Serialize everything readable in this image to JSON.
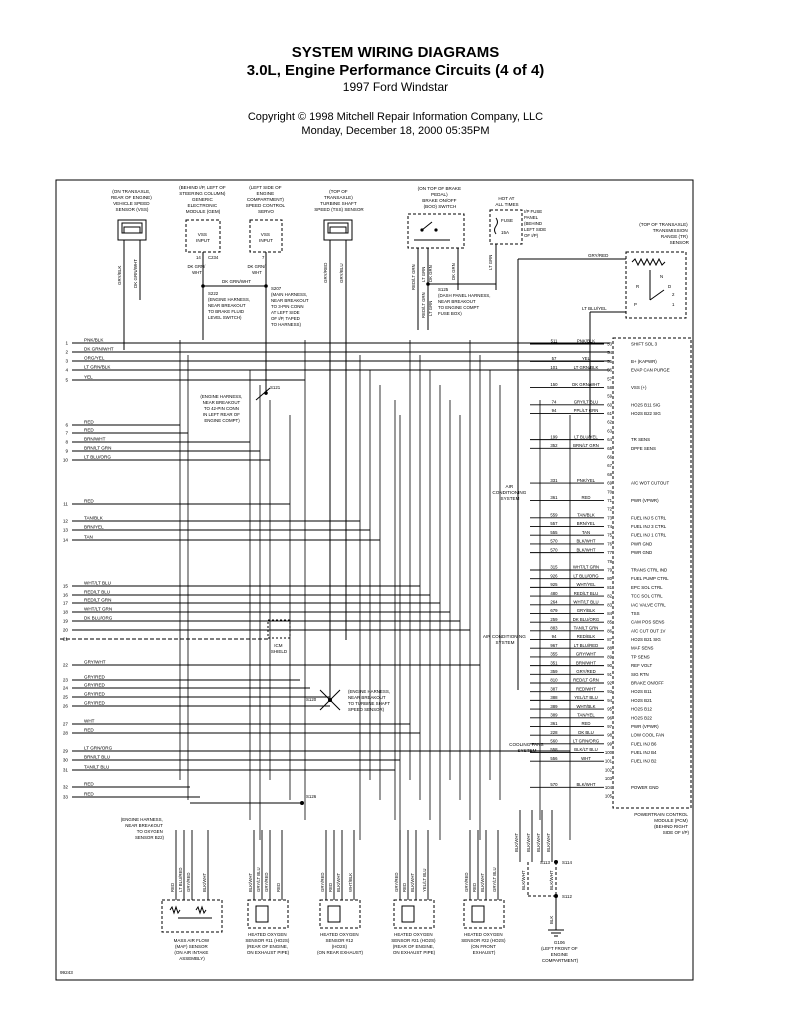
{
  "header": {
    "title": "SYSTEM WIRING DIAGRAMS",
    "subtitle": "3.0L, Engine Performance Circuits (4 of 4)",
    "vehicle": "1997 Ford Windstar",
    "copyright": "Copyright © 1998 Mitchell Repair Information Company, LLC",
    "date": "Monday, December 18, 2000  05:35PM"
  },
  "figure_id": "99243",
  "components": {
    "vss": [
      "(ON TRANSAXLE,",
      "REAR OF ENGINE)",
      "VEHICLE SPEED",
      "SENSOR (VSS)"
    ],
    "gem": [
      "(BEHIND I/P, LEFT OF",
      "STEERING COLUMN)",
      "GENERIC",
      "ELECTRONIC",
      "MODULE (GEM)"
    ],
    "servo": [
      "(LEFT SIDE OF",
      "ENGINE",
      "COMPARTMENT)",
      "SPEED CONTROL",
      "SERVO"
    ],
    "tss": [
      "(TOP OF",
      "TRANSAXLE)",
      "TURBINE SHAFT",
      "SPEED (TSS) SENSOR"
    ],
    "boo": [
      "(ON TOP OF BRAKE",
      "PEDAL)",
      "BRAKE ON/OFF",
      "(BOO) SWITCH"
    ],
    "hot": [
      "HOT AT",
      "ALL TIMES"
    ],
    "ipfuse": [
      "I/P FUSE",
      "PANEL",
      "(BEHIND",
      "LEFT SIDE",
      "OF I/P)"
    ],
    "fuse": "FUSE",
    "fuse_rating": "15A",
    "tr": [
      "(TOP OF TRANSAXLE)",
      "TRANSMISSION",
      "RANGE (TR)",
      "SENSOR"
    ],
    "vss_input": [
      "VSS",
      "INPUT"
    ],
    "gem_pin": "14",
    "gem_conn": "C234",
    "servo_pin": "7",
    "tr_pins": [
      "R",
      "P",
      "D",
      "2",
      "1",
      "N"
    ],
    "icm": [
      "ICM",
      "SHIELD"
    ],
    "maf": [
      "MASS AIR FLOW",
      "(MAF) SENSOR",
      "(ON AIR INTAKE",
      "ASSEMBLY)"
    ],
    "ho11": [
      "HEATED OXYGEN",
      "SENSOR #11 (HO2S)",
      "(REAR OF ENGINE,",
      "ON EXHAUST PIPE)"
    ],
    "ho12": [
      "HEATED OXYGEN",
      "SENSOR #12",
      "(HO2S)",
      "(ON REAR EXHAUST)"
    ],
    "ho21": [
      "HEATED OXYGEN",
      "SENSOR #21 (HO2S)",
      "(REAR OF ENGINE,",
      "ON EXHAUST PIPE)"
    ],
    "ho22": [
      "HEATED OXYGEN",
      "SENSOR #22 (HO2S)",
      "(ON FRONT",
      "EXHAUST)"
    ],
    "g106": [
      "G106",
      "(LEFT FRONT OF",
      "ENGINE",
      "COMPARTMENT)"
    ],
    "pcm": [
      "POWERTRAIN CONTROL",
      "MODULE (PCM)",
      "(BEHIND RIGHT",
      "SIDE OF I/P)"
    ],
    "ac": [
      "AIR",
      "CONDITIONING",
      "SYSTEM"
    ],
    "acsys": [
      "AIR CONDITIONING",
      "SYSTEM"
    ],
    "cool": [
      "COOLING FANS",
      "SYSTEM"
    ],
    "pfe_label": "PFE"
  },
  "splices": {
    "s222": [
      "S222",
      "(ENGINE HARNESS,",
      "NEAR BREAKOUT",
      "TO BRAKE FLUID",
      "LEVEL SWITCH)"
    ],
    "s207": [
      "S207",
      "(MAIN HARNESS,",
      "NEAR BREAKOUT",
      "TO 3-PIN CONN",
      "AT LEFT SIDE",
      "OF I/P, TAPED",
      "TO HARNESS)"
    ],
    "s125": [
      "S125",
      "(DASH PANEL HARNESS,",
      "NEAR BREAKOUT",
      "TO ENGINE COMPT",
      "FUSE BOX)"
    ],
    "s121": [
      "S121",
      "(ENGINE HARNESS,",
      "NEAR BREAKOUT",
      "TO 42-PIN CONN",
      "IN LEFT REAR OF",
      "ENGINE COMPT)"
    ],
    "s120": [
      "S120",
      "(ENGINE HARNESS,",
      "NEAR BREAKOUT",
      "TO TURBINE SHAFT",
      "SPEED SENSOR)"
    ],
    "s126": [
      "S126",
      "(ENGINE HARNESS,",
      "NEAR BREAKOUT",
      "TO OXYGEN",
      "SENSOR B22)"
    ],
    "s113": "S113",
    "s114": "S114",
    "s112": "S112"
  },
  "top_wires": {
    "vss1": "GRY/BLK",
    "vss2": "DK GRN/WHT",
    "gem": [
      "DK GRN/",
      "WHT"
    ],
    "servo": [
      "DK GRN/",
      "WHT"
    ],
    "splice_label": "DK GRN/WHT",
    "tss1": "GRY/RED",
    "tss2": "GRY/BLU",
    "boo1": "RED/LT GRN",
    "boo2": "LT GRN",
    "boo3": "DK GRN",
    "boo4": "DK GRN",
    "boo5": "RED/LT GRN",
    "boo6": "LT GRN",
    "boo7": "LT GRN",
    "tr1": "GRY/RED",
    "tr2": "LT BLU/YEL"
  },
  "left_rows": [
    {
      "n": "1",
      "c": "PNK/BLK"
    },
    {
      "n": "2",
      "c": "DK GRN/WHT"
    },
    {
      "n": "3",
      "c": "ORG/YEL"
    },
    {
      "n": "4",
      "c": "LT GRN/BLK"
    },
    {
      "n": "5",
      "c": "YEL"
    },
    {
      "n": "6",
      "c": "RED"
    },
    {
      "n": "7",
      "c": "RED"
    },
    {
      "n": "8",
      "c": "BRN/WHT"
    },
    {
      "n": "9",
      "c": "BRN/LT GRN"
    },
    {
      "n": "10",
      "c": "LT BLU/ORG"
    },
    {
      "n": "11",
      "c": "RED"
    },
    {
      "n": "12",
      "c": "TAN/BLK"
    },
    {
      "n": "13",
      "c": "BRN/YEL"
    },
    {
      "n": "14",
      "c": "TAN"
    },
    {
      "n": "15",
      "c": "WHT/LT BLU"
    },
    {
      "n": "16",
      "c": "RED/LT BLU"
    },
    {
      "n": "17",
      "c": "RED/LT GRN"
    },
    {
      "n": "18",
      "c": "WHT/LT GRN"
    },
    {
      "n": "19",
      "c": "DK BLU/ORG"
    },
    {
      "n": "20",
      "c": ""
    },
    {
      "n": "21",
      "c": ""
    },
    {
      "n": "22",
      "c": "GRY/WHT"
    },
    {
      "n": "23",
      "c": "GRY/RED"
    },
    {
      "n": "24",
      "c": "GRY/RED"
    },
    {
      "n": "25",
      "c": "GRY/RED"
    },
    {
      "n": "26",
      "c": "GRY/RED"
    },
    {
      "n": "27",
      "c": "WHT"
    },
    {
      "n": "28",
      "c": "RED"
    },
    {
      "n": "29",
      "c": "LT GRN/ORG"
    },
    {
      "n": "30",
      "c": "BRN/LT BLU"
    },
    {
      "n": "31",
      "c": "TAN/LT BLU"
    },
    {
      "n": "32",
      "c": "RED"
    },
    {
      "n": "33",
      "c": "RED"
    }
  ],
  "pcm_rows": [
    {
      "cir": "511",
      "c": "PNK/BLK",
      "p": "53",
      "f": "SHIFT SOL 3"
    },
    {
      "cir": "",
      "c": "",
      "p": "54",
      "f": ""
    },
    {
      "cir": "57",
      "c": "YEL",
      "p": "55",
      "f": "B+ (KAPWR)"
    },
    {
      "cir": "101",
      "c": "LT GRN/BLK",
      "p": "56",
      "f": "EVAP CAN PURGE"
    },
    {
      "cir": "",
      "c": "",
      "p": "57",
      "f": ""
    },
    {
      "cir": "150",
      "c": "DK GRN/WHT",
      "p": "58",
      "f": "VSS (+)"
    },
    {
      "cir": "",
      "c": "",
      "p": "59",
      "f": ""
    },
    {
      "cir": "74",
      "c": "GRY/LT BLU",
      "p": "60",
      "f": "HO2S B11 SIG"
    },
    {
      "cir": "94",
      "c": "PPL/LT GRN",
      "p": "61",
      "f": "HO2S B22 SIG"
    },
    {
      "cir": "",
      "c": "",
      "p": "62",
      "f": ""
    },
    {
      "cir": "",
      "c": "",
      "p": "63",
      "f": ""
    },
    {
      "cir": "199",
      "c": "LT BLU/YEL",
      "p": "64",
      "f": "TR SENS"
    },
    {
      "cir": "352",
      "c": "BRN/LT GRN",
      "p": "65",
      "f": "DPFE SENS"
    },
    {
      "cir": "",
      "c": "",
      "p": "66",
      "f": ""
    },
    {
      "cir": "",
      "c": "",
      "p": "67",
      "f": ""
    },
    {
      "cir": "",
      "c": "",
      "p": "68",
      "f": ""
    },
    {
      "cir": "331",
      "c": "PNK/YEL",
      "p": "69",
      "f": "A/C WOT CUTOUT"
    },
    {
      "cir": "",
      "c": "",
      "p": "70",
      "f": ""
    },
    {
      "cir": "361",
      "c": "RED",
      "p": "71",
      "f": "PWR (VPWR)"
    },
    {
      "cir": "",
      "c": "",
      "p": "72",
      "f": ""
    },
    {
      "cir": "559",
      "c": "TAN/BLK",
      "p": "73",
      "f": "FUEL INJ 5 CTRL"
    },
    {
      "cir": "557",
      "c": "BRN/YEL",
      "p": "74",
      "f": "FUEL INJ 3 CTRL"
    },
    {
      "cir": "555",
      "c": "TAN",
      "p": "75",
      "f": "FUEL INJ 1 CTRL"
    },
    {
      "cir": "570",
      "c": "BLK/WHT",
      "p": "76",
      "f": "PWR GND"
    },
    {
      "cir": "570",
      "c": "BLK/WHT",
      "p": "77",
      "f": "PWR GND"
    },
    {
      "cir": "",
      "c": "",
      "p": "78",
      "f": ""
    },
    {
      "cir": "315",
      "c": "WHT/LT GRN",
      "p": "79",
      "f": "TRANS CTRL IND"
    },
    {
      "cir": "926",
      "c": "LT BLU/ORG",
      "p": "80",
      "f": "FUEL PUMP CTRL"
    },
    {
      "cir": "925",
      "c": "WHT/YEL",
      "p": "81",
      "f": "EPC SOL CTRL"
    },
    {
      "cir": "480",
      "c": "RED/LT BLU",
      "p": "82",
      "f": "TCC SOL CTRL"
    },
    {
      "cir": "264",
      "c": "WHT/LT BLU",
      "p": "83",
      "f": "IAC VALVE CTRL"
    },
    {
      "cir": "679",
      "c": "GRY/BLK",
      "p": "84",
      "f": "TSS"
    },
    {
      "cir": "259",
      "c": "DK BLU/ORG",
      "p": "85",
      "f": "CAM POS SENS"
    },
    {
      "cir": "883",
      "c": "TAN/LT GRN",
      "p": "86",
      "f": "A/C CUT OUT 1V"
    },
    {
      "cir": "94",
      "c": "RED/BLK",
      "p": "87",
      "f": "HO2S B21 SIG"
    },
    {
      "cir": "967",
      "c": "LT BLU/RED",
      "p": "88",
      "f": "MAF SENS"
    },
    {
      "cir": "355",
      "c": "GRY/WHT",
      "p": "89",
      "f": "TP SENS"
    },
    {
      "cir": "351",
      "c": "BRN/WHT",
      "p": "90",
      "f": "REF VOLT"
    },
    {
      "cir": "359",
      "c": "GRY/RED",
      "p": "91",
      "f": "SIG RTN"
    },
    {
      "cir": "810",
      "c": "RED/LT GRN",
      "p": "92",
      "f": "BRAKE ON/OFF"
    },
    {
      "cir": "387",
      "c": "RED/WHT",
      "p": "93",
      "f": "HO2S B11"
    },
    {
      "cir": "388",
      "c": "YEL/LT BLU",
      "p": "94",
      "f": "HO2S B21"
    },
    {
      "cir": "389",
      "c": "WHT/BLK",
      "p": "95",
      "f": "HO2S B12"
    },
    {
      "cir": "389",
      "c": "TAN/YEL",
      "p": "96",
      "f": "HO2S B22"
    },
    {
      "cir": "361",
      "c": "RED",
      "p": "97",
      "f": "PWR (VPWR)"
    },
    {
      "cir": "228",
      "c": "DK BLU",
      "p": "98",
      "f": "LOW COOL FAN"
    },
    {
      "cir": "560",
      "c": "LT GRN/ORG",
      "p": "99",
      "f": "FUEL INJ B6"
    },
    {
      "cir": "558",
      "c": "BLK/LT BLU",
      "p": "100",
      "f": "FUEL INJ B4"
    },
    {
      "cir": "556",
      "c": "WHT",
      "p": "101",
      "f": "FUEL INJ B2"
    },
    {
      "cir": "",
      "c": "",
      "p": "102",
      "f": ""
    },
    {
      "cir": "",
      "c": "",
      "p": "103",
      "f": ""
    },
    {
      "cir": "570",
      "c": "BLK/WHT",
      "p": "104",
      "f": "POWER GND"
    },
    {
      "cir": "",
      "c": "",
      "p": "105",
      "f": ""
    }
  ],
  "bottom_wires": {
    "maf": [
      "RED",
      "LT BLU/RED",
      "GRY/RED",
      "BLK/WHT"
    ],
    "ho11": [
      "BLK/WHT",
      "GRY/LT BLU",
      "GRY/RED",
      "RED"
    ],
    "ho12": [
      "GRY/RED",
      "RED",
      "BLK/WHT",
      "WHT/BLK"
    ],
    "ho21": [
      "GRY/RED",
      "RED",
      "BLK/WHT",
      "YEL/LT BLU"
    ],
    "ho22": [
      "GRY/RED",
      "RED",
      "BLK/WHT",
      "GRY/LT BLU"
    ],
    "gnd": [
      "BLK/WHT",
      "BLK/WHT",
      "BLK/WHT",
      "BLK/WHT"
    ],
    "gnd_low": [
      "BLK/WHT",
      "BLK/WHT"
    ],
    "blk": "BLK"
  }
}
